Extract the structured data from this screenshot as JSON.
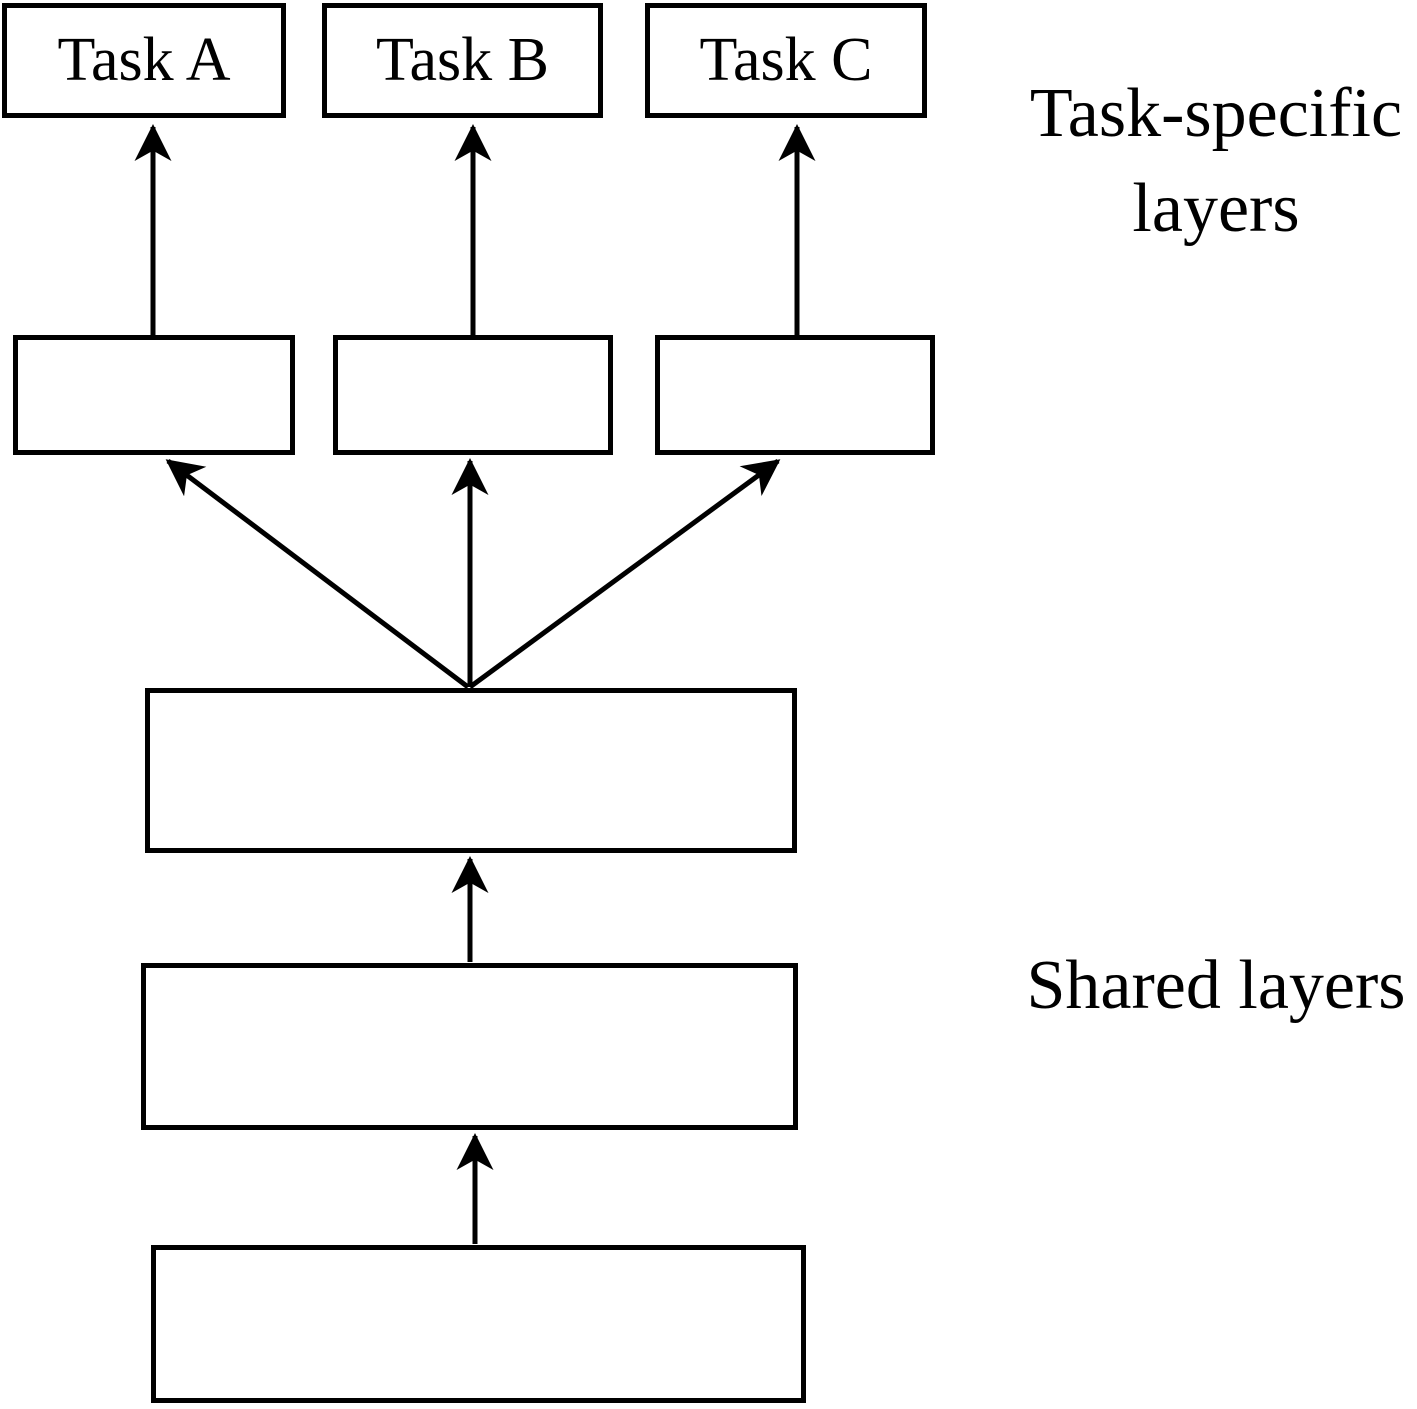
{
  "nodes": {
    "task_boxes": [
      {
        "label": "Task A"
      },
      {
        "label": "Task B"
      },
      {
        "label": "Task C"
      }
    ],
    "task_specific_box_count": 3,
    "shared_box_count": 3
  },
  "annotations": {
    "task_specific_line1": "Task-specific",
    "task_specific_line2": "layers",
    "shared": "Shared layers"
  },
  "colors": {
    "ink": "#000000",
    "background": "#ffffff"
  }
}
